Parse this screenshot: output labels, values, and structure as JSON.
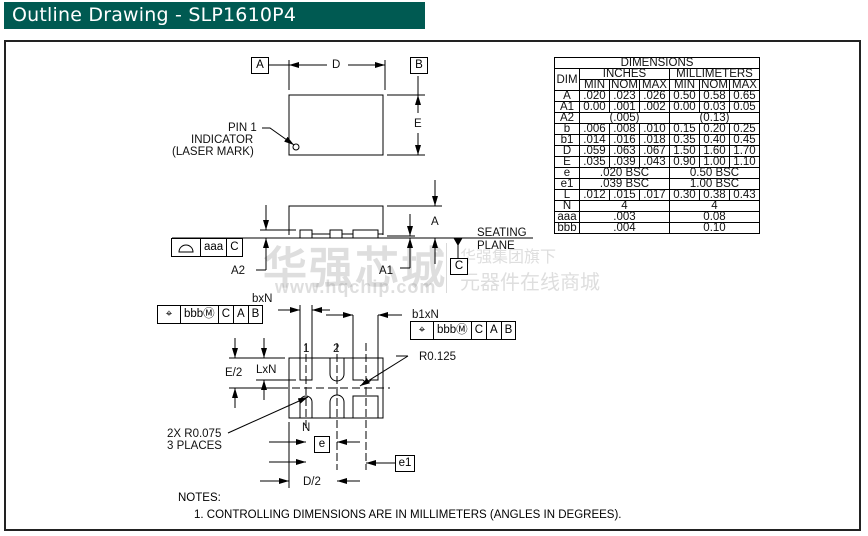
{
  "header": {
    "title": "Outline Drawing - SLP1610P4",
    "bar_color": "#005a52"
  },
  "watermark": {
    "brand_cn": "华强芯城",
    "url": "www.hqchip.com",
    "sub_line1": "华强集团旗下",
    "sub_line2": "元器件在线商城"
  },
  "drawing": {
    "top_view": {
      "datum_a": "A",
      "datum_b": "B",
      "dim_d": "D",
      "dim_e": "E",
      "pin1_label": [
        "PIN 1",
        "INDICATOR",
        "(LASER MARK)"
      ]
    },
    "side_view": {
      "dim_a": "A",
      "dim_a1": "A1",
      "dim_a2": "A2",
      "seating_plane": [
        "SEATING",
        "PLANE"
      ],
      "datum_c": "C",
      "fcf_flatness": {
        "symbol": "profile-of-surface-icon",
        "tol": "aaa",
        "datum": "C"
      }
    },
    "bottom_view": {
      "bxn": "bxN",
      "b1xn": "b1xN",
      "fcf_position_left": {
        "symbol": "position-icon",
        "tol": "bbbⓂ",
        "datums": [
          "C",
          "A",
          "B"
        ]
      },
      "fcf_position_right": {
        "symbol": "position-icon",
        "tol": "bbbⓂ",
        "datums": [
          "C",
          "A",
          "B"
        ]
      },
      "pin_1": "1",
      "pin_2": "2",
      "pin_n": "N",
      "r0125": "R0.125",
      "r0075": [
        "2X R0.075",
        "3 PLACES"
      ],
      "e_half": "E/2",
      "lxn": "LxN",
      "dim_e_pitch": "e",
      "dim_e1": "e1",
      "d_half": "D/2"
    }
  },
  "dimensions_table": {
    "title": "DIMENSIONS",
    "dim_header": "DIM",
    "group_inches": "INCHES",
    "group_mm": "MILLIMETERS",
    "sub_headers": [
      "MIN",
      "NOM",
      "MAX",
      "MIN",
      "NOM",
      "MAX"
    ],
    "rows": [
      {
        "dim": "A",
        "in": [
          ".020",
          ".023",
          ".026"
        ],
        "mm": [
          "0.50",
          "0.58",
          "0.65"
        ]
      },
      {
        "dim": "A1",
        "in": [
          "0.00",
          ".001",
          ".002"
        ],
        "mm": [
          "0.00",
          "0.03",
          "0.05"
        ]
      },
      {
        "dim": "A2",
        "in_span": "(.005)",
        "mm_span": "(0.13)"
      },
      {
        "dim": "b",
        "in": [
          ".006",
          ".008",
          ".010"
        ],
        "mm": [
          "0.15",
          "0.20",
          "0.25"
        ]
      },
      {
        "dim": "b1",
        "in": [
          ".014",
          ".016",
          ".018"
        ],
        "mm": [
          "0.35",
          "0.40",
          "0.45"
        ]
      },
      {
        "dim": "D",
        "in": [
          ".059",
          ".063",
          ".067"
        ],
        "mm": [
          "1.50",
          "1.60",
          "1.70"
        ]
      },
      {
        "dim": "E",
        "in": [
          ".035",
          ".039",
          ".043"
        ],
        "mm": [
          "0.90",
          "1.00",
          "1.10"
        ]
      },
      {
        "dim": "e",
        "in_span": ".020 BSC",
        "mm_span": "0.50 BSC"
      },
      {
        "dim": "e1",
        "in_span": ".039 BSC",
        "mm_span": "1.00 BSC"
      },
      {
        "dim": "L",
        "in": [
          ".012",
          ".015",
          ".017"
        ],
        "mm": [
          "0.30",
          "0.38",
          "0.43"
        ]
      },
      {
        "dim": "N",
        "in_span": "4",
        "mm_span": "4"
      },
      {
        "dim": "aaa",
        "in_span": ".003",
        "mm_span": "0.08"
      },
      {
        "dim": "bbb",
        "in_span": ".004",
        "mm_span": "0.10"
      }
    ]
  },
  "notes": {
    "heading": "NOTES:",
    "items": [
      "1.  CONTROLLING DIMENSIONS ARE IN MILLIMETERS (ANGLES IN DEGREES)."
    ]
  }
}
